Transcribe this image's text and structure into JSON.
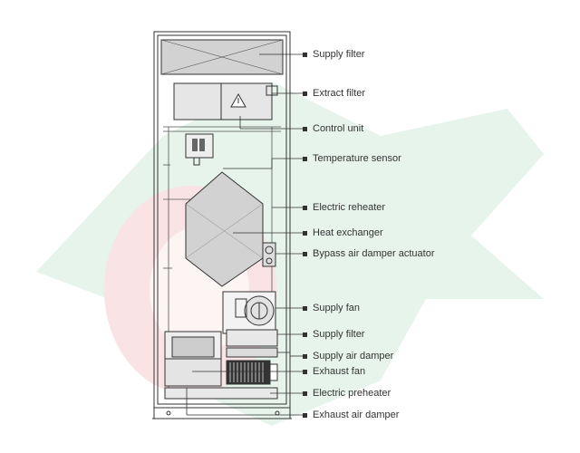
{
  "diagram": {
    "labels": [
      {
        "id": "supply-filter-top",
        "text": "Supply filter"
      },
      {
        "id": "extract-filter",
        "text": "Extract filter"
      },
      {
        "id": "control-unit",
        "text": "Control unit"
      },
      {
        "id": "temperature-sensor",
        "text": "Temperature sensor"
      },
      {
        "id": "electric-reheater",
        "text": "Electric reheater"
      },
      {
        "id": "heat-exchanger",
        "text": "Heat exchanger"
      },
      {
        "id": "bypass-air-damper-actuator",
        "text": "Bypass air damper actuator"
      },
      {
        "id": "supply-fan",
        "text": "Supply fan"
      },
      {
        "id": "supply-filter-bottom",
        "text": "Supply filter"
      },
      {
        "id": "supply-air-damper",
        "text": "Supply air damper"
      },
      {
        "id": "exhaust-fan",
        "text": "Exhaust fan"
      },
      {
        "id": "electric-preheater",
        "text": "Electric preheater"
      },
      {
        "id": "exhaust-air-damper",
        "text": "Exhaust air damper"
      }
    ]
  },
  "colors": {
    "line": "#333333",
    "watermark_green": "#e4f3ea",
    "watermark_red": "#f9e0e2",
    "filter_fill": "#d2d2d2"
  }
}
